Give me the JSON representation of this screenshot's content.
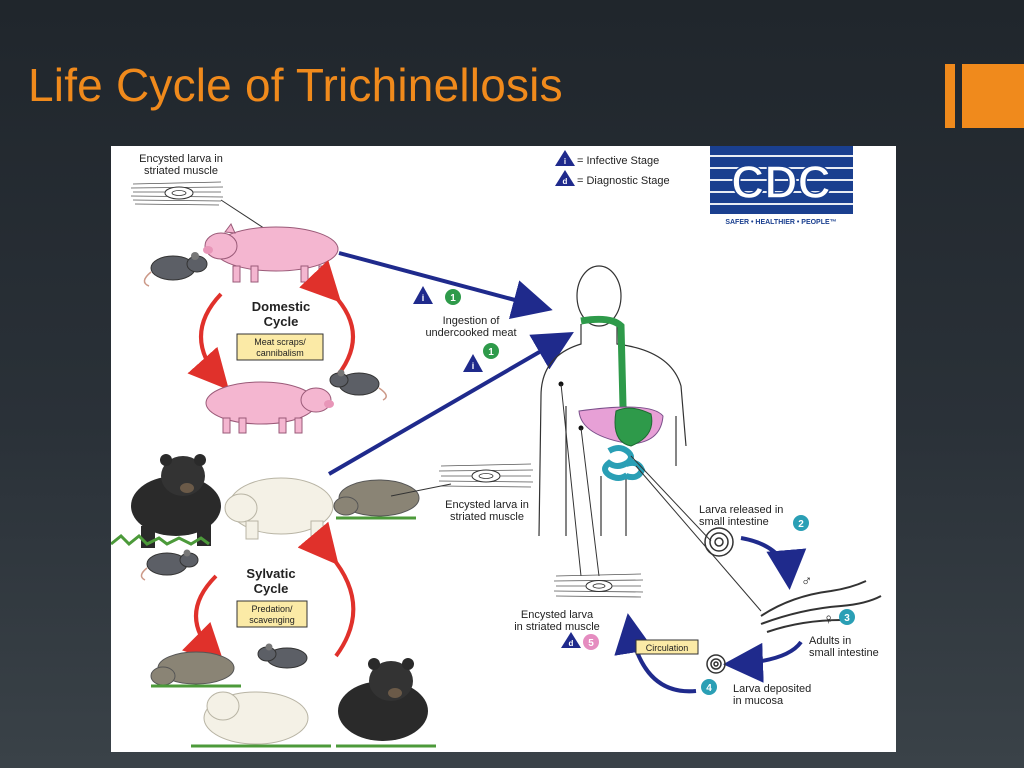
{
  "slide": {
    "title": "Life Cycle of Trichinellosis"
  },
  "legend": {
    "infective_letter": "i",
    "infective_label": "= Infective Stage",
    "diagnostic_letter": "d",
    "diagnostic_label": "= Diagnostic Stage"
  },
  "logo": {
    "text": "CDC",
    "tagline": "SAFER • HEALTHIER • PEOPLE™"
  },
  "domestic": {
    "top_label_line1": "Encysted larva in",
    "top_label_line2": "striated muscle",
    "cycle_line1": "Domestic",
    "cycle_line2": "Cycle",
    "box_line1": "Meat scraps/",
    "box_line2": "cannibalism"
  },
  "sylvatic": {
    "cycle_line1": "Sylvatic",
    "cycle_line2": "Cycle",
    "box_line1": "Predation/",
    "box_line2": "scavenging",
    "muscle_line1": "Encysted larva in",
    "muscle_line2": "striated muscle"
  },
  "ingestion": {
    "step_number": "1",
    "step_number_2": "1",
    "label_line1": "Ingestion of",
    "label_line2": "undercooked meat"
  },
  "steps": {
    "s2_line1": "Larva released in",
    "s2_line2": "small intestine",
    "s2_number": "2",
    "male_symbol": "♂",
    "female_symbol": "♀",
    "s3_number": "3",
    "s3_line1": "Adults in",
    "s3_line2": "small intestine",
    "s4_number": "4",
    "s4_line1": "Larva deposited",
    "s4_line2": "in mucosa",
    "circulation": "Circulation",
    "s5_line1": "Encysted larva",
    "s5_line2": "in striated muscle",
    "s5_letter": "d",
    "s5_number": "5"
  },
  "colors": {
    "title": "#f08a1c",
    "arrow_blue": "#1f2a8c",
    "cycle_red": "#e0312b",
    "step_green": "#2e9a4a",
    "step_teal": "#2a9fb5",
    "step_pink": "#e58cc0",
    "cdc_blue": "#1a3f8f"
  }
}
